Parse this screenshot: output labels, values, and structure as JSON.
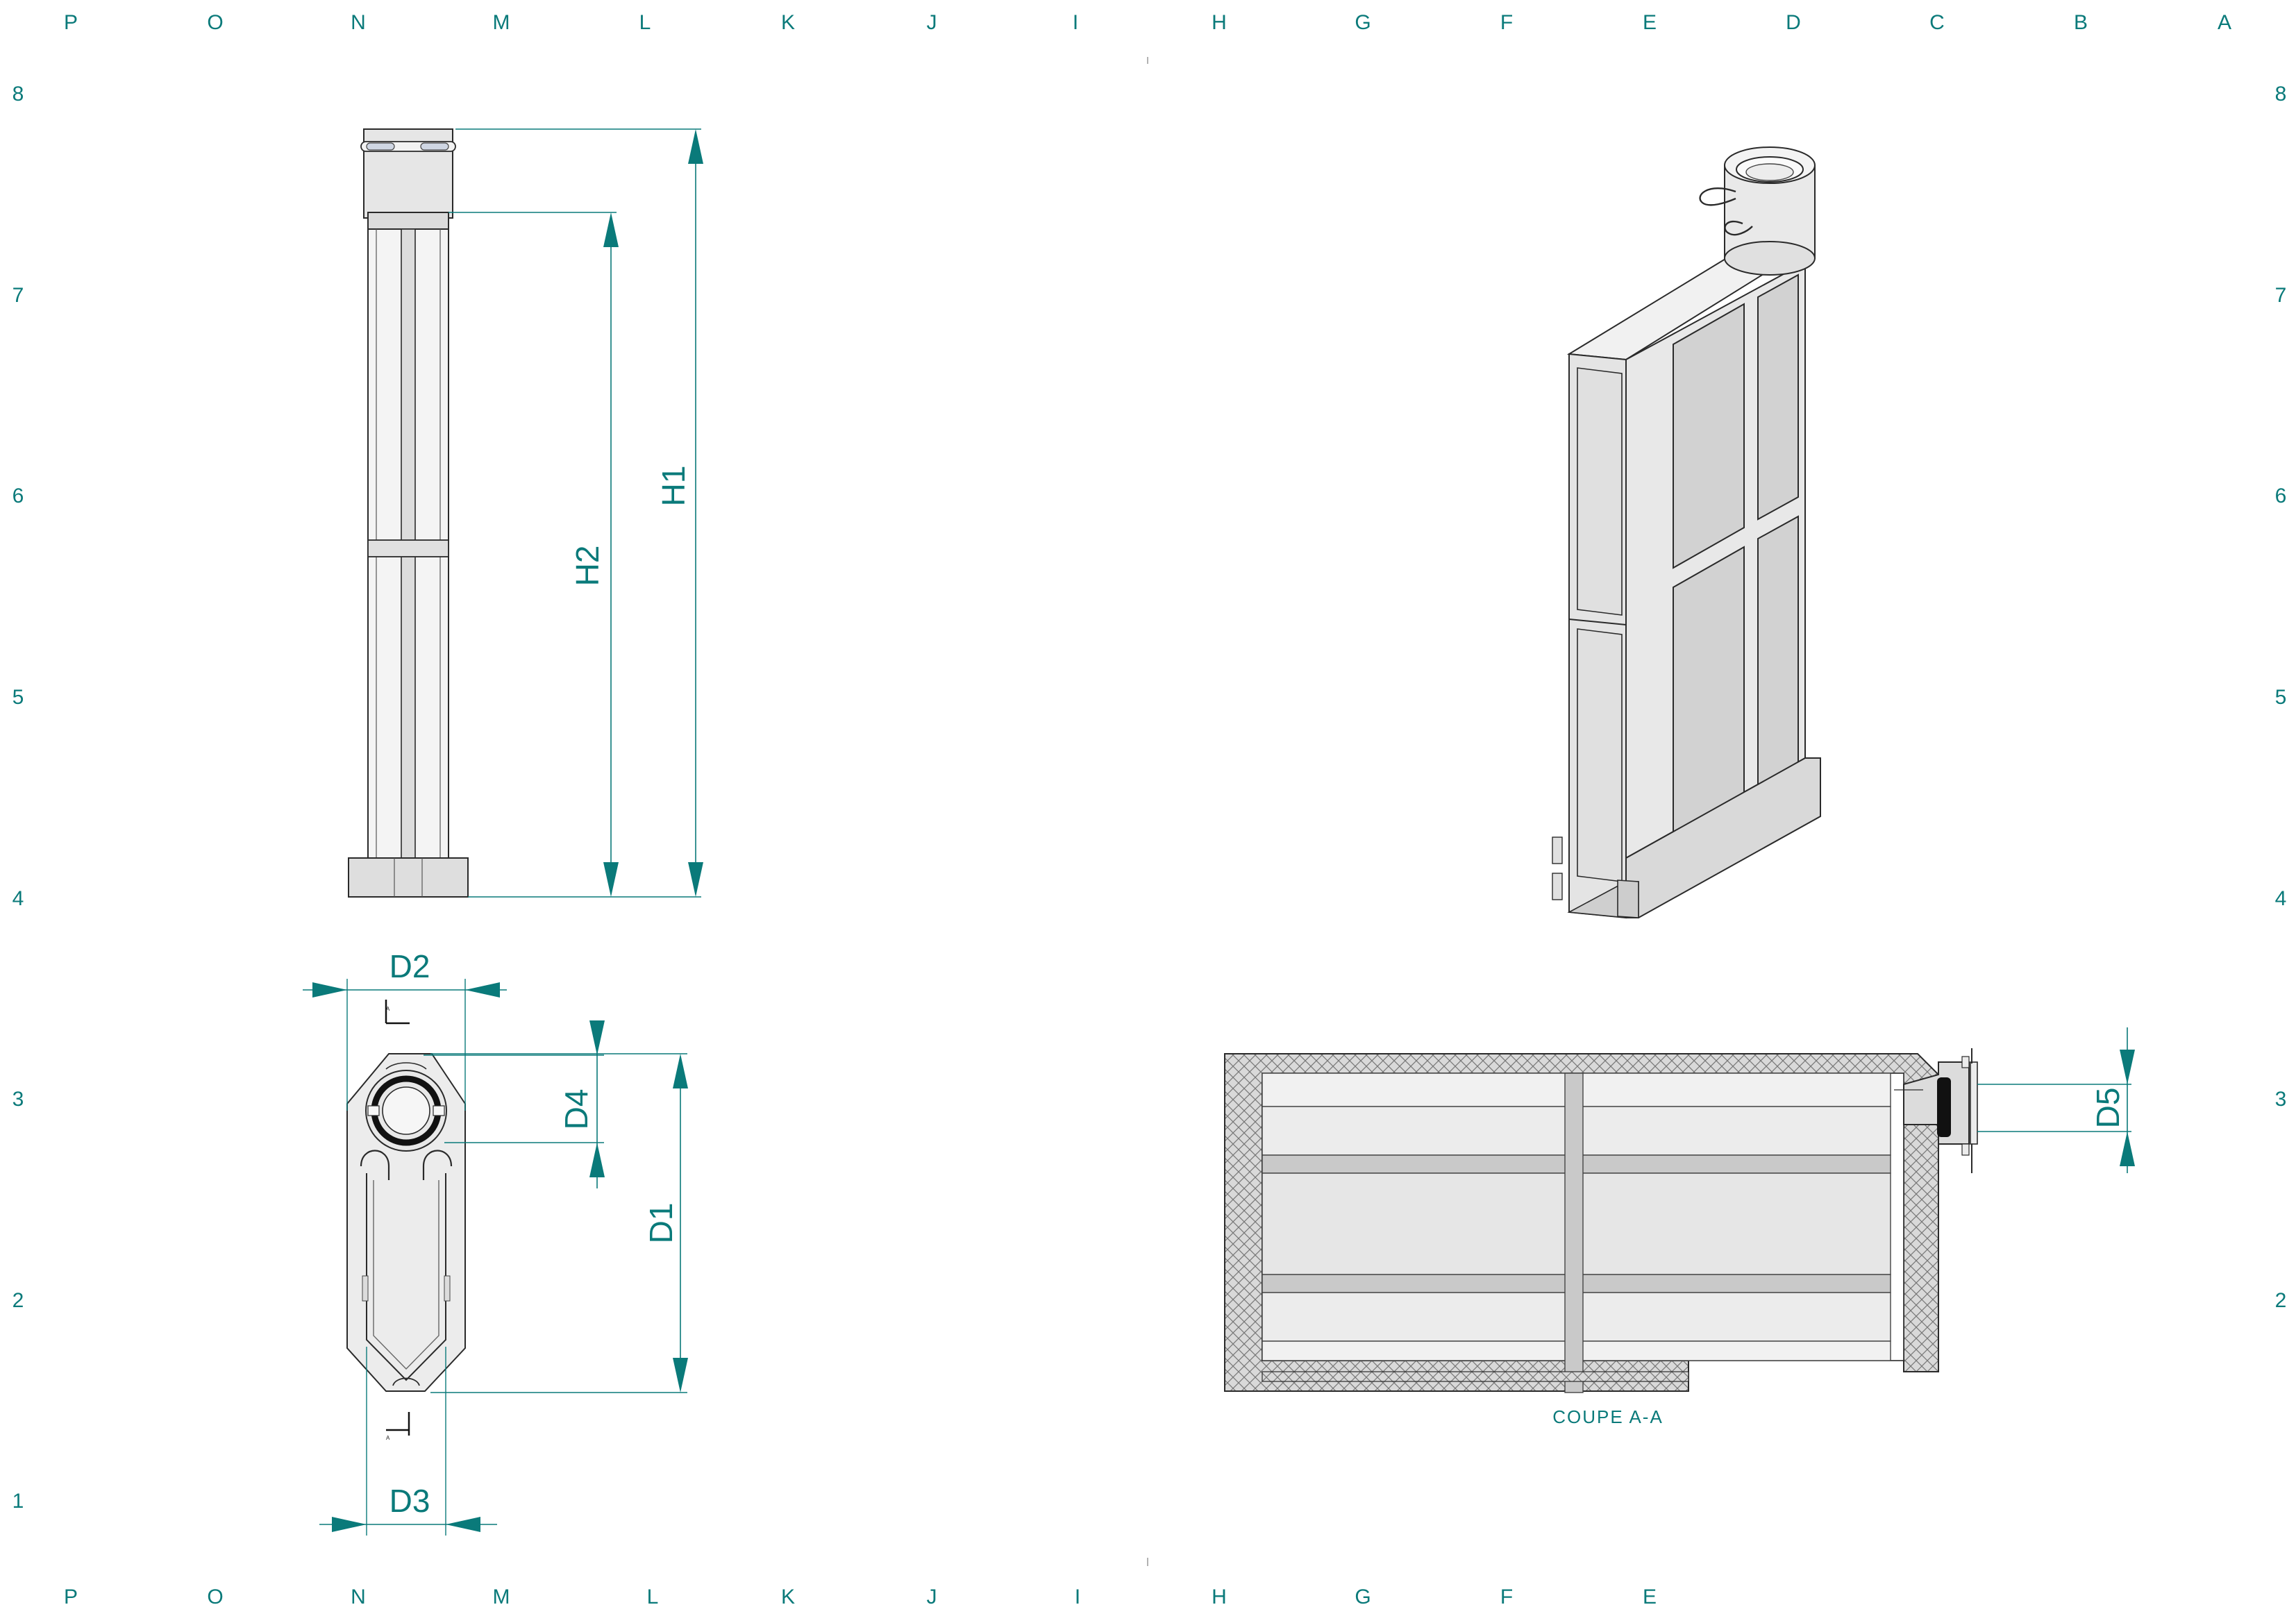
{
  "grid": {
    "top_letters": [
      "P",
      "O",
      "N",
      "M",
      "L",
      "K",
      "J",
      "I",
      "H",
      "G",
      "F",
      "E",
      "D",
      "C",
      "B",
      "A"
    ],
    "bottom_letters": [
      "P",
      "O",
      "N",
      "M",
      "L",
      "K",
      "J",
      "I",
      "H",
      "G",
      "F",
      "E"
    ],
    "left_numbers": [
      "8",
      "7",
      "6",
      "5",
      "4",
      "3",
      "2",
      "1"
    ],
    "right_numbers": [
      "8",
      "7",
      "6",
      "5",
      "4",
      "3",
      "2"
    ]
  },
  "dimensions": {
    "h1": "H1",
    "h2": "H2",
    "d1": "D1",
    "d2": "D2",
    "d3": "D3",
    "d4": "D4",
    "d5": "D5"
  },
  "section": {
    "caption": "COUPE A-A",
    "marker": "A"
  },
  "colors": {
    "accent": "#0a7a7a",
    "line": "#2a2a2a",
    "panel": "#e6e6e6"
  }
}
